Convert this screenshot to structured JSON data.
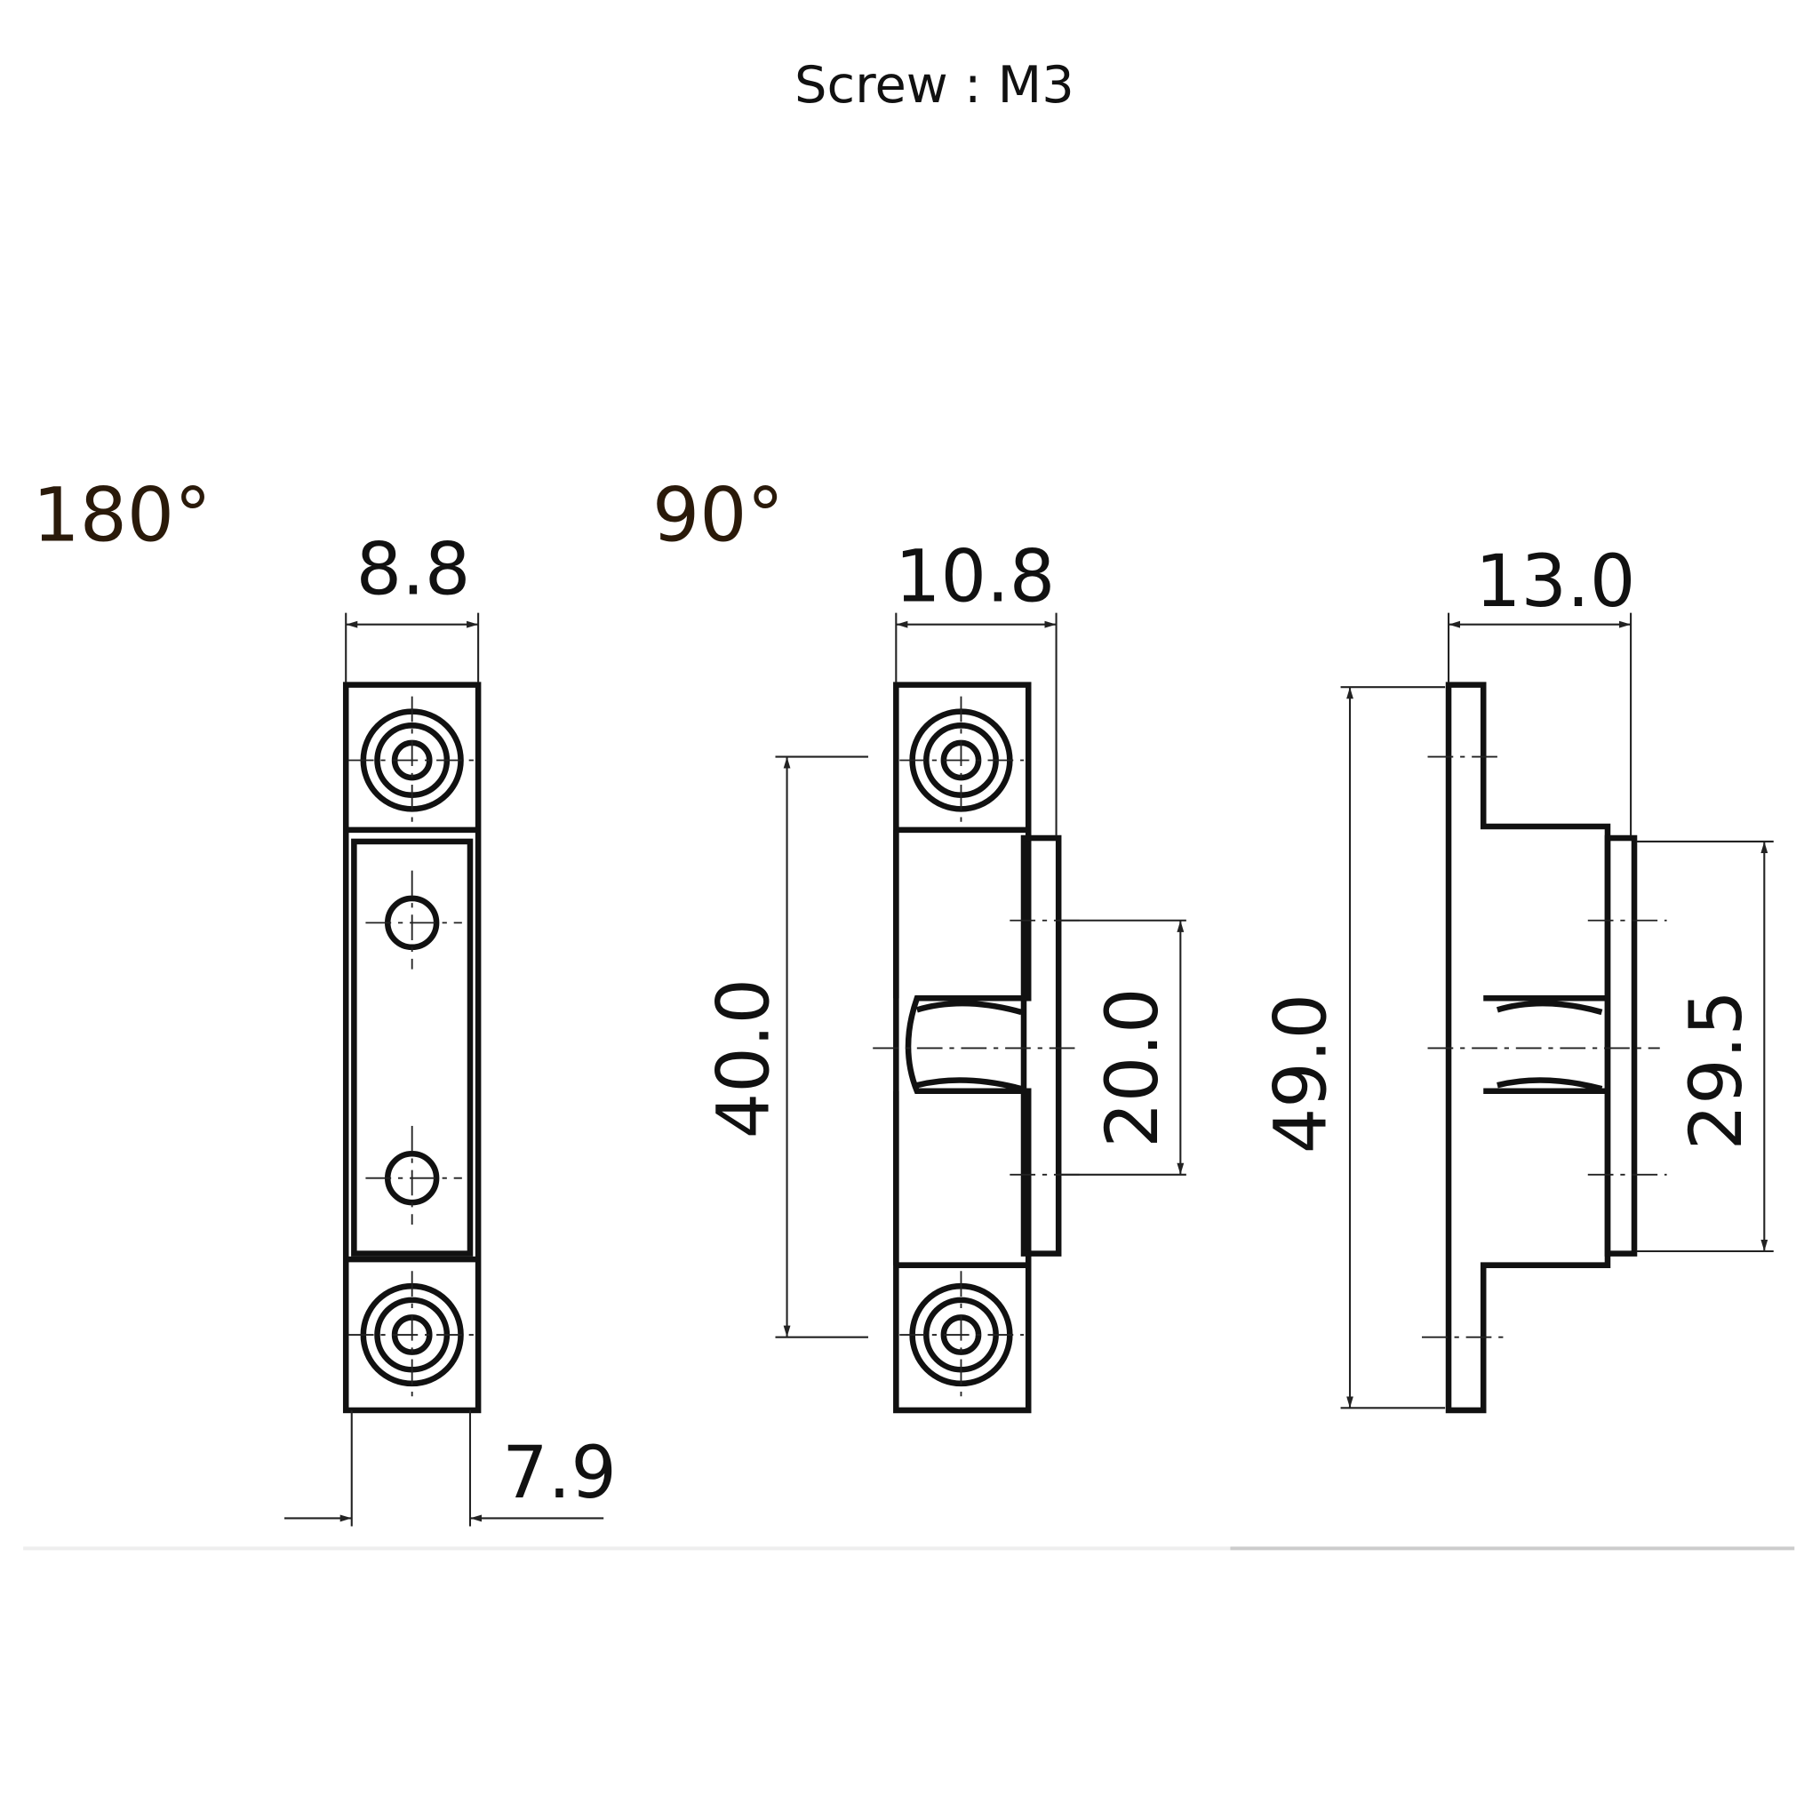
{
  "title": "Screw : M3",
  "views": {
    "v180": {
      "label": "180°",
      "width": "8.8",
      "thickness": "7.9"
    },
    "v90": {
      "label": "90°",
      "width": "10.8",
      "hole_pitch": "40.0",
      "plate_hole_pitch": "20.0"
    },
    "side": {
      "width": "13.0",
      "length": "49.0",
      "plate_length": "29.5"
    }
  }
}
